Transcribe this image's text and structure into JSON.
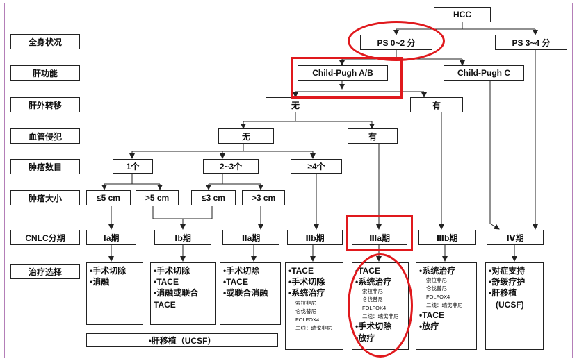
{
  "rows": [
    "全身状况",
    "肝功能",
    "肝外转移",
    "血管侵犯",
    "肿瘤数目",
    "肿瘤大小",
    "CNLC分期",
    "治疗选择"
  ],
  "nodes": {
    "hcc": "HCC",
    "ps_good": "PS  0~2 分",
    "ps_poor": "PS  3~4 分",
    "cp_ab": "Child-Pugh A/B",
    "cp_c": "Child-Pugh C",
    "em_no": "无",
    "em_yes": "有",
    "vi_no": "无",
    "vi_yes": "有",
    "n1": "1个",
    "n23": "2~3个",
    "n4": "≥4个",
    "s_le5": "≤5 cm",
    "s_gt5": ">5 cm",
    "s_le3": "≤3 cm",
    "s_gt3": ">3 cm"
  },
  "stages": [
    "Ⅰa期",
    "Ⅰb期",
    "Ⅱa期",
    "Ⅱb期",
    "Ⅲa期",
    "Ⅲb期",
    "Ⅳ期"
  ],
  "treat": {
    "ia": [
      "•手术切除",
      "•消融"
    ],
    "ib": [
      "•手术切除",
      "•TACE",
      "•消融或联合",
      "TACE"
    ],
    "iia": [
      "•手术切除",
      "•TACE",
      "•或联合消融"
    ],
    "iib": {
      "main": [
        "•TACE",
        "•手术切除",
        "•系统治疗"
      ],
      "sub": [
        "索拉非尼",
        "仑伐替尼",
        "FOLFOX4",
        "二线：瑞戈非尼"
      ]
    },
    "iiia": {
      "head": [
        "•TACE",
        "•系统治疗"
      ],
      "sub": [
        "索拉非尼",
        "仑伐替尼",
        "FOLFOX4",
        "二线：瑞戈非尼"
      ],
      "tail": [
        "•手术切除",
        "•放疗"
      ]
    },
    "iiib": {
      "head": [
        "•系统治疗"
      ],
      "sub": [
        "索拉非尼",
        "仑伐替尼",
        "FOLFOX4",
        "二线：瑞戈非尼"
      ],
      "tail": [
        "•TACE",
        "•放疗"
      ]
    },
    "iv": [
      "•对症支持",
      "•舒缓疗护",
      "•肝移植",
      "(UCSF)"
    ]
  },
  "transplant": "•肝移植（UCSF）",
  "colors": {
    "highlight": "#e0191d",
    "frame": "#b47fb8",
    "ink": "#222222"
  }
}
